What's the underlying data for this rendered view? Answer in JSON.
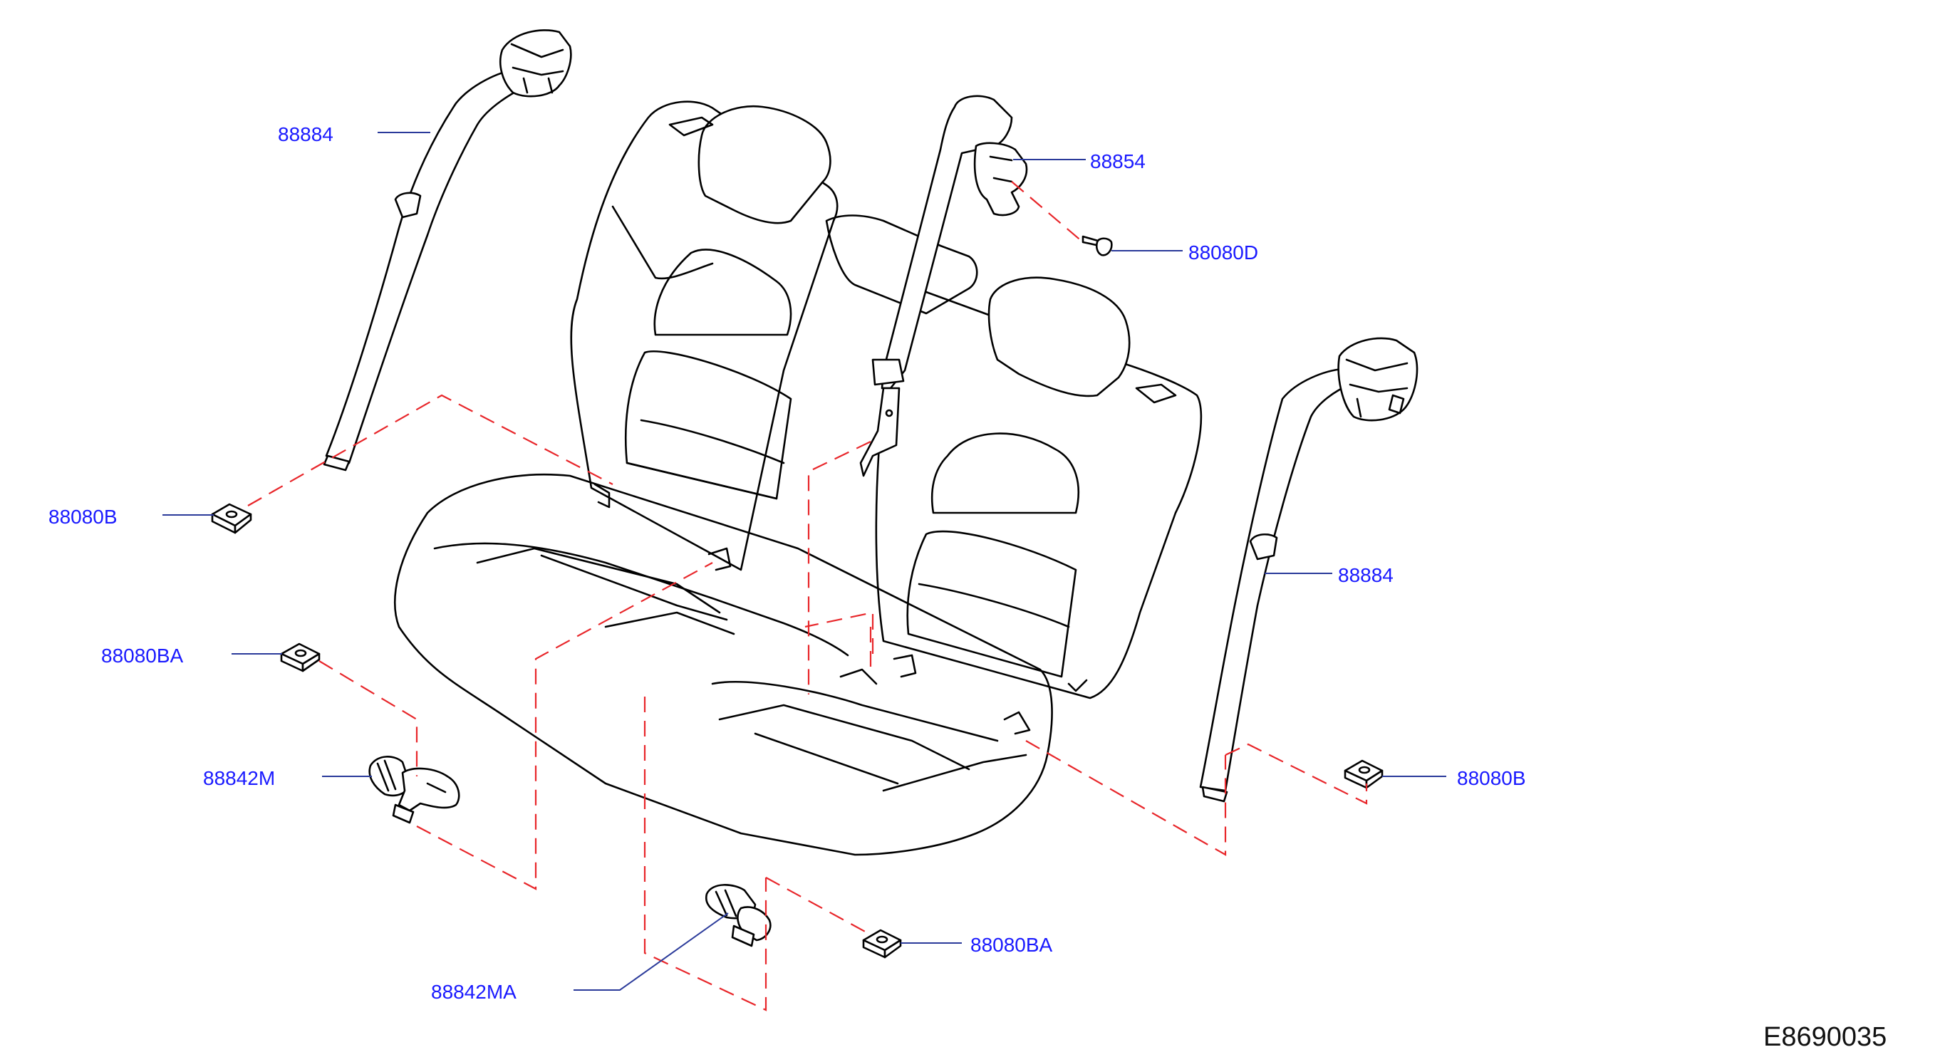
{
  "diagram_id": "E8690035",
  "callouts": [
    {
      "key": "belt_left",
      "part": "88884"
    },
    {
      "key": "buckle_anchor_center",
      "part": "88854"
    },
    {
      "key": "bolt_center",
      "part": "88080D"
    },
    {
      "key": "nut_left",
      "part": "88080B"
    },
    {
      "key": "belt_right",
      "part": "88884"
    },
    {
      "key": "nut_ba_left",
      "part": "88080BA"
    },
    {
      "key": "buckle_left",
      "part": "88842M"
    },
    {
      "key": "nut_right",
      "part": "88080B"
    },
    {
      "key": "nut_ba_bottom",
      "part": "88080BA"
    },
    {
      "key": "buckle_bottom",
      "part": "88842MA"
    }
  ],
  "colors": {
    "label": "#1a1aff",
    "outline": "#000000",
    "phantom": "#e8262a",
    "leader": "#2a3a9a"
  }
}
